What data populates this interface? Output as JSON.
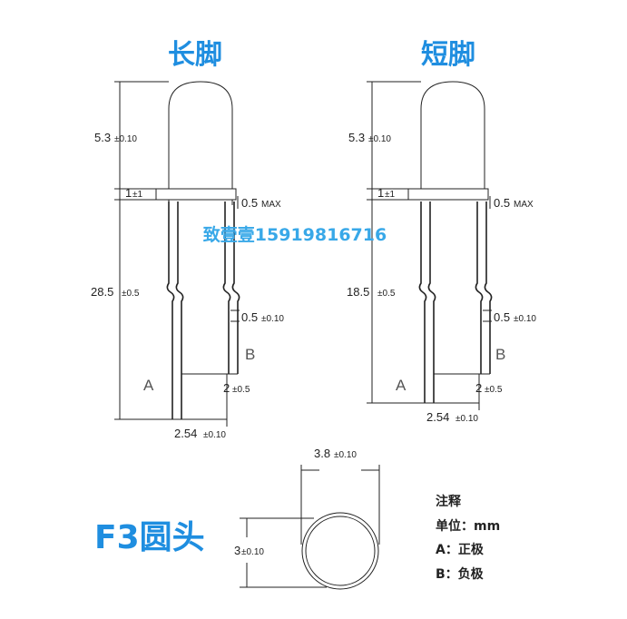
{
  "left_diagram": {
    "title": "长脚",
    "height_main": "5.3",
    "height_main_tol": "±0.10",
    "flange": "1",
    "flange_tol": "±1",
    "flange_thk": "0.5",
    "flange_thk_unit": "MAX",
    "lead_length": "28.5",
    "lead_length_tol": "±0.5",
    "lead_width": "0.5",
    "lead_width_tol": "±0.10",
    "pin_a": "A",
    "pin_b": "B",
    "lead_diff": "2",
    "lead_diff_tol": "±0.5",
    "pitch": "2.54",
    "pitch_tol": "±0.10"
  },
  "right_diagram": {
    "title": "短脚",
    "height_main": "5.3",
    "height_main_tol": "±0.10",
    "flange": "1",
    "flange_tol": "±1",
    "flange_thk": "0.5",
    "flange_thk_unit": "MAX",
    "lead_length": "18.5",
    "lead_length_tol": "±0.5",
    "lead_width": "0.5",
    "lead_width_tol": "±0.10",
    "pin_a": "A",
    "pin_b": "B",
    "lead_diff": "2",
    "lead_diff_tol": "±0.5",
    "pitch": "2.54",
    "pitch_tol": "±0.10"
  },
  "watermark": "致壹壹15919816716",
  "top_view": {
    "title": "F3圆头",
    "diameter": "3.8",
    "diameter_tol": "±0.10",
    "inner": "3",
    "inner_tol": "±0.10"
  },
  "notes": {
    "heading": "注释",
    "unit": "单位：mm",
    "a": "A：正极",
    "b": "B：负极"
  },
  "colors": {
    "title": "#1f8ee0",
    "watermark": "#38a8e8",
    "line": "#222222"
  }
}
